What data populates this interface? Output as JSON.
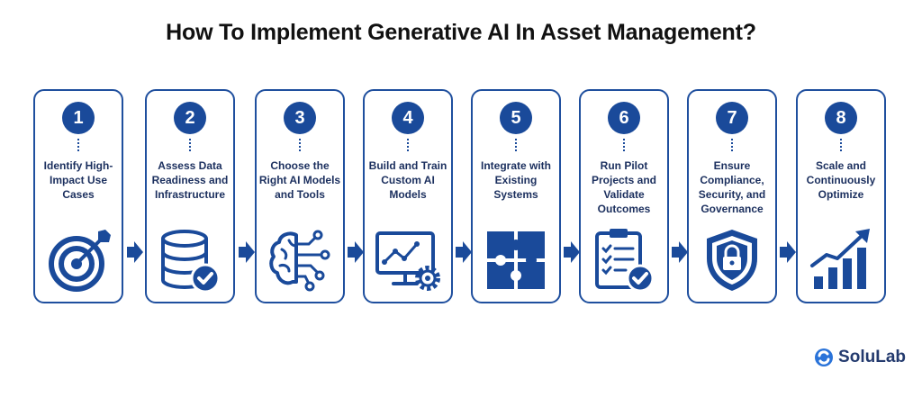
{
  "title": "How To Implement Generative AI In Asset Management?",
  "steps": [
    {
      "number": "1",
      "label": "Identify High-Impact Use Cases",
      "icon": "target-icon"
    },
    {
      "number": "2",
      "label": "Assess Data Readiness and Infrastructure",
      "icon": "database-check-icon"
    },
    {
      "number": "3",
      "label": "Choose the Right AI Models and Tools",
      "icon": "brain-circuit-icon"
    },
    {
      "number": "4",
      "label": "Build and Train Custom AI Models",
      "icon": "monitor-chart-gear-icon"
    },
    {
      "number": "5",
      "label": "Integrate with Existing Systems",
      "icon": "puzzle-icon"
    },
    {
      "number": "6",
      "label": "Run Pilot Projects and Validate Outcomes",
      "icon": "clipboard-check-icon"
    },
    {
      "number": "7",
      "label": "Ensure Compliance, Security, and Governance",
      "icon": "shield-lock-icon"
    },
    {
      "number": "8",
      "label": "Scale and Continuously Optimize",
      "icon": "growth-chart-icon"
    }
  ],
  "brand": {
    "name": "SoluLab"
  },
  "colors": {
    "primary": "#1a4a9a",
    "border": "#1f4f9e",
    "text": "#1b2f5e"
  }
}
